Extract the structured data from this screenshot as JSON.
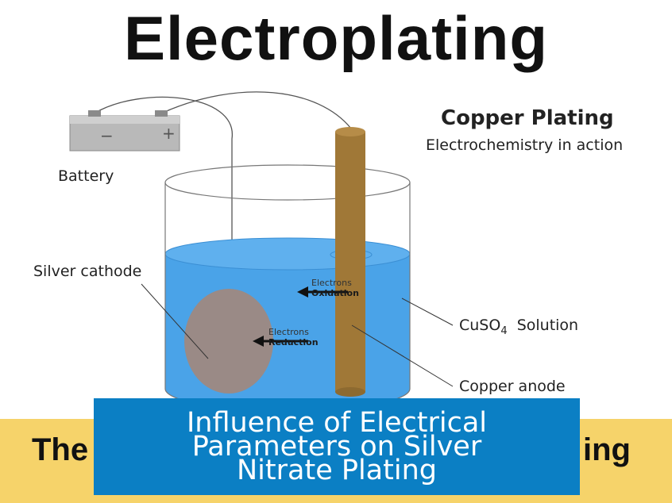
{
  "title": "Electroplating",
  "diagram": {
    "side_title": "Copper Plating",
    "side_subtitle": "Electrochemistry in action",
    "battery_label": "Battery",
    "battery_minus": "−",
    "battery_plus": "+",
    "cathode_label": "Silver cathode",
    "solution_label_main": "CuSO",
    "solution_label_sub": "4",
    "solution_label_tail": "  Solution",
    "anode_label": "Copper anode",
    "oxidation_electrons": "Electrons",
    "oxidation_label": "Oxidation",
    "reduction_electrons": "Electrons",
    "reduction_label": "Reduction",
    "colors": {
      "solution": "#4aa3e8",
      "solution_dark": "#3b8fd4",
      "anode": "#a07837",
      "cathode": "#9a8a86"
    }
  },
  "bottom_band": {
    "left_text": "The",
    "right_text": "ing",
    "color": "#f6d36a"
  },
  "overlay": {
    "text": "Influence of Electrical Parameters on Silver Nitrate Plating",
    "color": "#0b7fc4"
  }
}
